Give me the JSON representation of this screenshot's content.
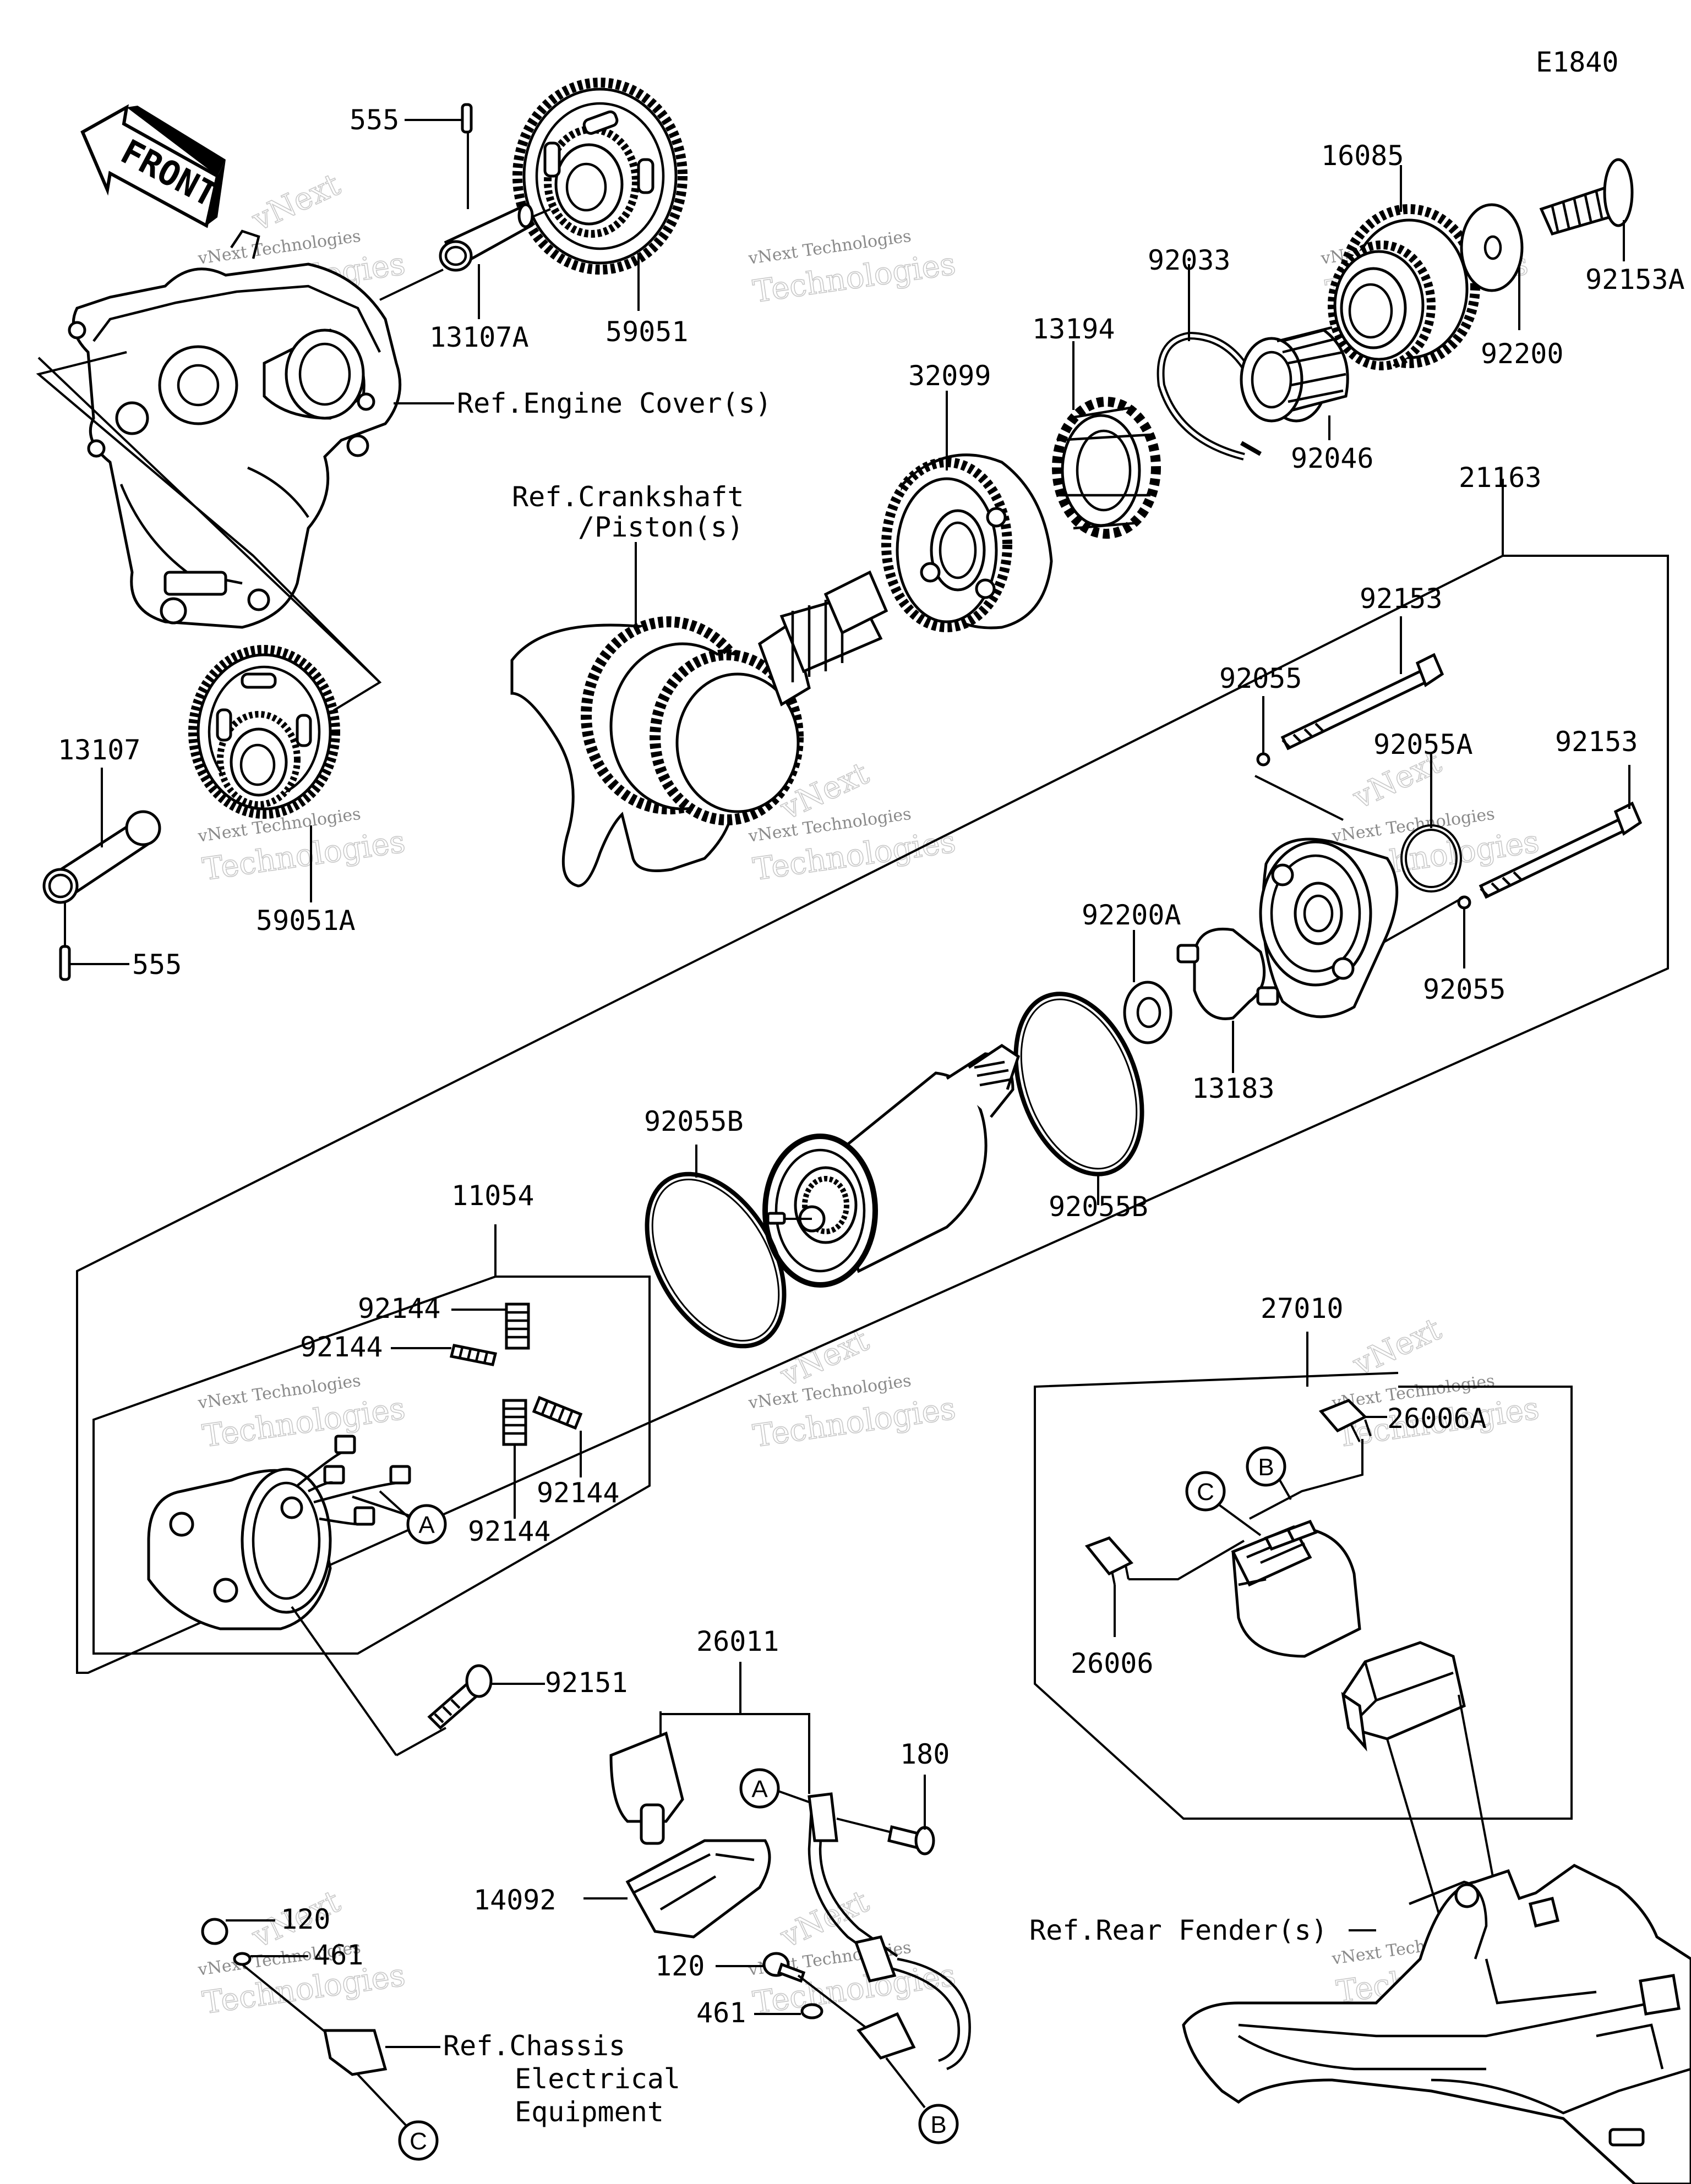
{
  "diagram_code": "E1840",
  "front_label": "FRONT",
  "callouts": {
    "p555_top": "555",
    "p13107A": "13107A",
    "p59051": "59051",
    "ref_engine_cover": "Ref.Engine Cover(s)",
    "ref_crankshaft": "Ref.Crankshaft",
    "ref_piston": "/Piston(s)",
    "p13107": "13107",
    "p59051A": "59051A",
    "p555_bottom": "555",
    "p32099": "32099",
    "p13194": "13194",
    "p92033": "92033",
    "p92046": "92046",
    "p16085": "16085",
    "p92200": "92200",
    "p92153A": "92153A",
    "p21163": "21163",
    "p92153_a": "92153",
    "p92055_a": "92055",
    "p92055A": "92055A",
    "p92153_b": "92153",
    "p92055_b": "92055",
    "p92200A": "92200A",
    "p13183": "13183",
    "p92055B_a": "92055B",
    "p92055B_b": "92055B",
    "p11054": "11054",
    "p92144_a": "92144",
    "p92144_b": "92144",
    "p92144_c": "92144",
    "p92144_d": "92144",
    "p27010": "27010",
    "p26006A": "26006A",
    "p26006": "26006",
    "p92151": "92151",
    "p26011": "26011",
    "p180": "180",
    "p14092": "14092",
    "p120_a": "120",
    "p461_a": "461",
    "p120_b": "120",
    "p461_b": "461",
    "ref_rear_fender": "Ref.Rear Fender(s)",
    "ref_chassis_1": "Ref.Chassis",
    "ref_chassis_2": "Electrical",
    "ref_chassis_3": "Equipment"
  },
  "connectors": {
    "a": "A",
    "b": "B",
    "c": "C"
  },
  "watermark": {
    "line1": "vNext Technologies",
    "line2": "Technologies",
    "line3": "vNext"
  }
}
